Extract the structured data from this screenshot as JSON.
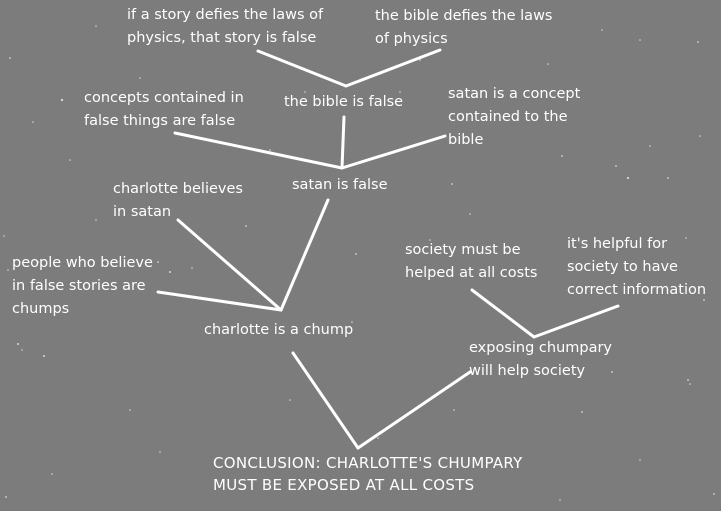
{
  "colors": {
    "background": "#7c7c7c",
    "ink": "#ffffff"
  },
  "nodes": {
    "story_defies_physics": "if a story defies the laws of\nphysics, that story is false",
    "bible_defies_physics": "the bible defies the laws\nof physics",
    "bible_false": "the bible is false",
    "concepts_false": "concepts contained in\nfalse things are false",
    "satan_concept": "satan is a concept\ncontained to the\nbible",
    "satan_false": "satan is false",
    "charlotte_believes": "charlotte believes\nin satan",
    "believers_chumps": "people who believe\nin false stories are\nchumps",
    "charlotte_chump": "charlotte is a chump",
    "society_helped": "society must be\nhelped at all costs",
    "helpful_information": "it's helpful for\nsociety to have\ncorrect information",
    "exposing_helps": "exposing chumpary\nwill help society",
    "conclusion": "CONCLUSION: CHARLOTTE'S CHUMPARY\nMUST BE EXPOSED AT ALL COSTS"
  }
}
